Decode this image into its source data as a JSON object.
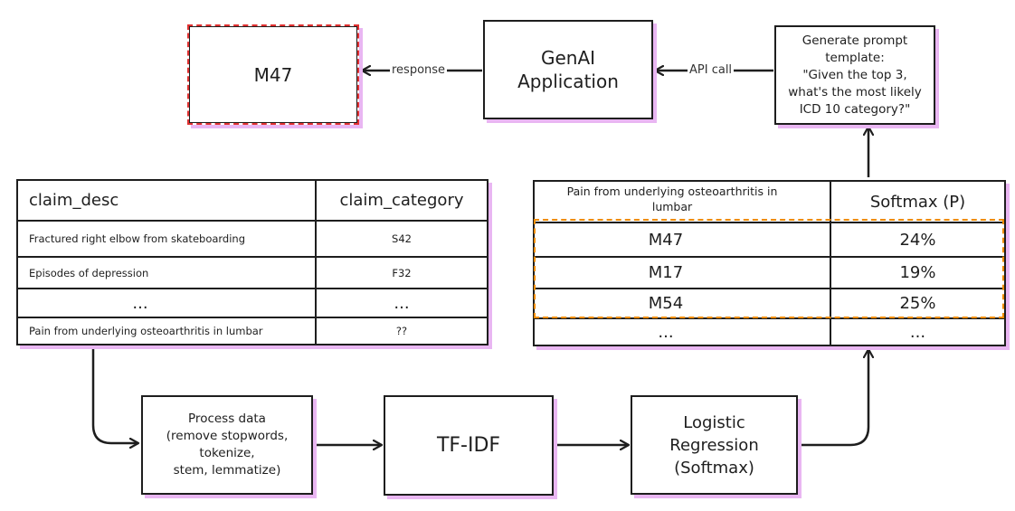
{
  "top": {
    "result_box": {
      "text": "M47"
    },
    "genai_box": {
      "line1": "GenAI",
      "line2": "Application"
    },
    "prompt_box": {
      "line1": "Generate prompt",
      "line2": "template:",
      "line3": "\"Given the top 3,",
      "line4": "what's the most likely",
      "line5": "ICD 10 category?\""
    },
    "edge_response": "response",
    "edge_api_call": "API call"
  },
  "claims_table": {
    "headers": [
      "claim_desc",
      "claim_category"
    ],
    "rows": [
      {
        "desc": "Fractured right elbow from skateboarding",
        "category": "S42"
      },
      {
        "desc": "Episodes of depression",
        "category": "F32"
      },
      {
        "desc": "...",
        "category": "..."
      },
      {
        "desc": "Pain from underlying osteoarthritis in lumbar",
        "category": "??"
      }
    ]
  },
  "softmax_table": {
    "header_desc": "Pain from underlying osteoarthritis in lumbar",
    "header_value": "Softmax (P)",
    "rows": [
      {
        "code": "M47",
        "prob": "24%"
      },
      {
        "code": "M17",
        "prob": "19%"
      },
      {
        "code": "M54",
        "prob": "25%"
      },
      {
        "code": "...",
        "prob": "..."
      }
    ]
  },
  "pipeline": {
    "process": {
      "line1": "Process data",
      "line2": "(remove stopwords,",
      "line3": "tokenize,",
      "line4": "stem, lemmatize)"
    },
    "tfidf": "TF-IDF",
    "logreg": {
      "line1": "Logistic",
      "line2": "Regression",
      "line3": "(Softmax)"
    }
  },
  "colors": {
    "stroke": "#1e1e1e",
    "result_border": "#e03131",
    "highlight_dashed": "#f08c00",
    "shadow": "#e9b6f2"
  }
}
